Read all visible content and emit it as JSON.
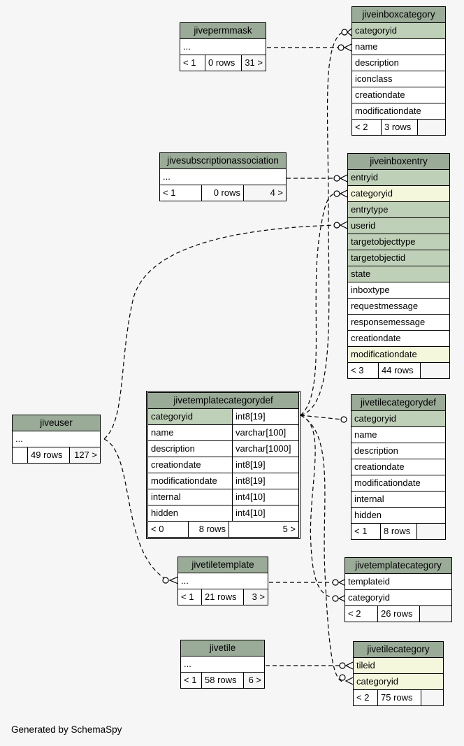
{
  "footer_text": "Generated by SchemaSpy",
  "tables": {
    "jivepermmask": {
      "name": "jivepermmask",
      "rows": [
        {
          "name": "..."
        }
      ],
      "footer": [
        "< 1",
        "0 rows",
        "31 >"
      ]
    },
    "jivesubscriptionassociation": {
      "name": "jivesubscriptionassociation",
      "rows": [
        {
          "name": "..."
        }
      ],
      "footer": [
        "< 1",
        "0 rows",
        "4 >"
      ]
    },
    "jiveuser": {
      "name": "jiveuser",
      "rows": [
        {
          "name": "..."
        }
      ],
      "footer": [
        "",
        "49 rows",
        "127 >"
      ]
    },
    "jivetiletemplate": {
      "name": "jivetiletemplate",
      "rows": [
        {
          "name": "..."
        }
      ],
      "footer": [
        "< 1",
        "21 rows",
        "3 >"
      ]
    },
    "jivetile": {
      "name": "jivetile",
      "rows": [
        {
          "name": "..."
        }
      ],
      "footer": [
        "< 1",
        "58 rows",
        "6 >"
      ]
    },
    "jiveinboxcategory": {
      "name": "jiveinboxcategory",
      "rows": [
        {
          "name": "categoryid",
          "kind": "key"
        },
        {
          "name": "name"
        },
        {
          "name": "description"
        },
        {
          "name": "iconclass"
        },
        {
          "name": "creationdate"
        },
        {
          "name": "modificationdate"
        }
      ],
      "footer": [
        "< 2",
        "3 rows",
        ""
      ]
    },
    "jiveinboxentry": {
      "name": "jiveinboxentry",
      "rows": [
        {
          "name": "entryid",
          "kind": "key"
        },
        {
          "name": "categoryid",
          "kind": "fk"
        },
        {
          "name": "entrytype",
          "kind": "key"
        },
        {
          "name": "userid",
          "kind": "key"
        },
        {
          "name": "targetobjecttype",
          "kind": "key"
        },
        {
          "name": "targetobjectid",
          "kind": "key"
        },
        {
          "name": "state",
          "kind": "key"
        },
        {
          "name": "inboxtype"
        },
        {
          "name": "requestmessage"
        },
        {
          "name": "responsemessage"
        },
        {
          "name": "creationdate"
        },
        {
          "name": "modificationdate",
          "kind": "fk"
        }
      ],
      "footer": [
        "< 3",
        "44 rows",
        ""
      ]
    },
    "jivetemplatecategorydef": {
      "name": "jivetemplatecategorydef",
      "rows": [
        {
          "name": "categoryid",
          "type": "int8[19]",
          "kind": "key"
        },
        {
          "name": "name",
          "type": "varchar[100]"
        },
        {
          "name": "description",
          "type": "varchar[1000]"
        },
        {
          "name": "creationdate",
          "type": "int8[19]"
        },
        {
          "name": "modificationdate",
          "type": "int8[19]"
        },
        {
          "name": "internal",
          "type": "int4[10]"
        },
        {
          "name": "hidden",
          "type": "int4[10]"
        }
      ],
      "footer": [
        "< 0",
        "8 rows",
        "5 >"
      ]
    },
    "jivetilecategorydef": {
      "name": "jivetilecategorydef",
      "rows": [
        {
          "name": "categoryid",
          "kind": "key"
        },
        {
          "name": "name"
        },
        {
          "name": "description"
        },
        {
          "name": "creationdate"
        },
        {
          "name": "modificationdate"
        },
        {
          "name": "internal"
        },
        {
          "name": "hidden"
        }
      ],
      "footer": [
        "< 1",
        "8 rows",
        ""
      ]
    },
    "jivetemplatecategory": {
      "name": "jivetemplatecategory",
      "rows": [
        {
          "name": "templateid"
        },
        {
          "name": "categoryid"
        }
      ],
      "footer": [
        "< 2",
        "26 rows",
        ""
      ]
    },
    "jivetilecategory": {
      "name": "jivetilecategory",
      "rows": [
        {
          "name": "tileid",
          "kind": "fk"
        },
        {
          "name": "categoryid",
          "kind": "fk"
        }
      ],
      "footer": [
        "< 2",
        "75 rows",
        ""
      ]
    }
  }
}
